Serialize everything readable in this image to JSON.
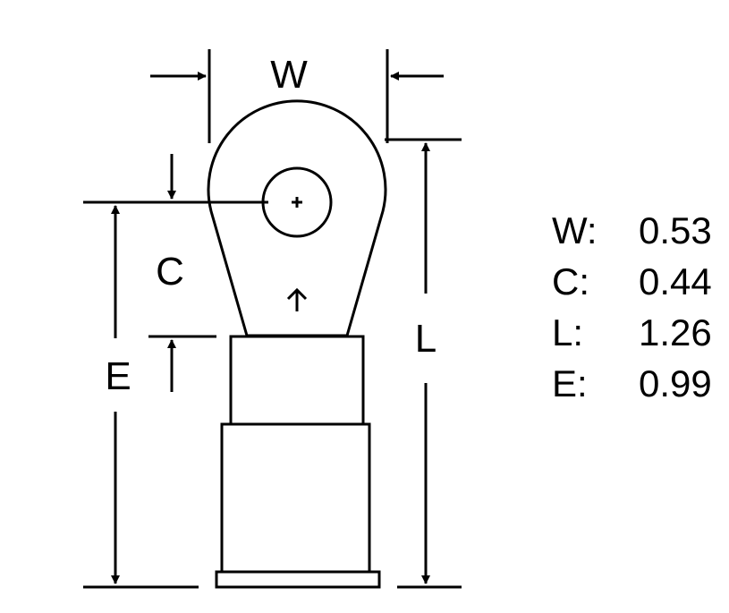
{
  "diagram": {
    "dimension_labels": {
      "w": "W",
      "c": "C",
      "l": "L",
      "e": "E"
    },
    "specs": [
      {
        "label": "W:",
        "value": "0.53"
      },
      {
        "label": "C:",
        "value": "0.44"
      },
      {
        "label": "L:",
        "value": "1.26"
      },
      {
        "label": "E:",
        "value": "0.99"
      }
    ],
    "stroke_color": "#000000",
    "background_color": "#ffffff"
  }
}
